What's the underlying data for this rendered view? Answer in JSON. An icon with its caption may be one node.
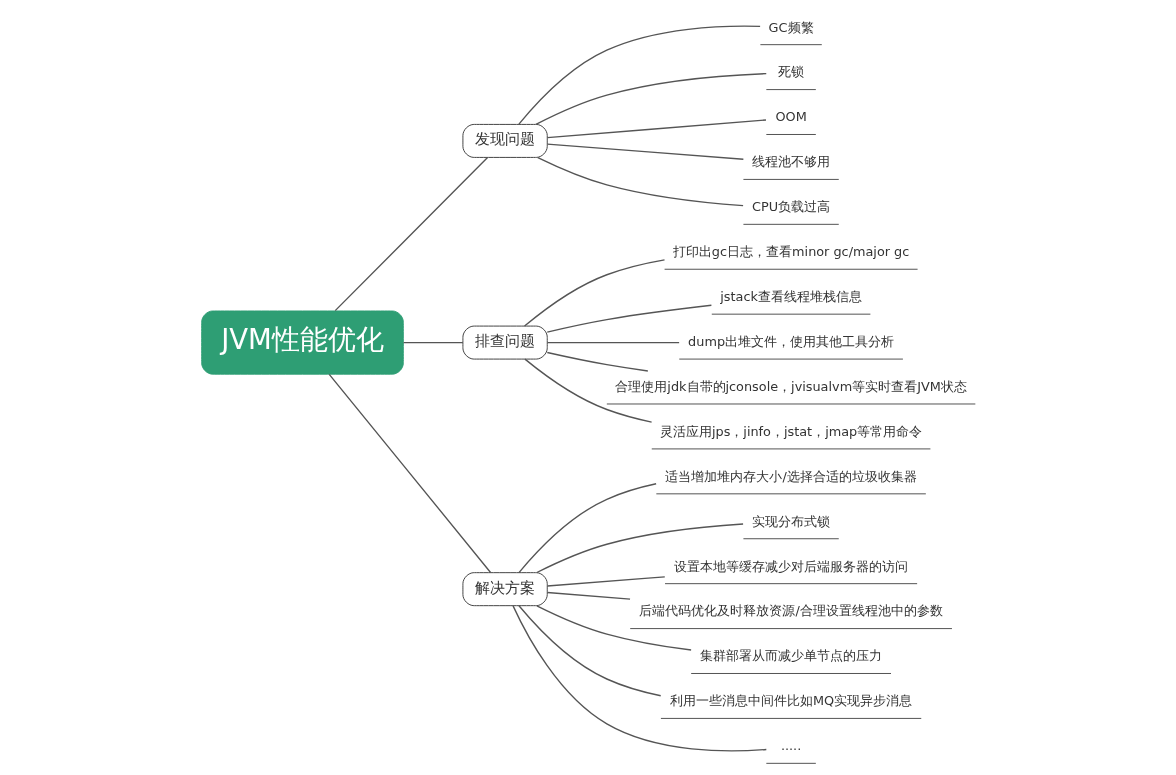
{
  "diagram": {
    "nodes": [
      {
        "text": [
          "JVM性能优化"
        ]
      },
      {
        "text": [
          "发现问题"
        ]
      },
      {
        "text": [
          "GC频繁"
        ]
      },
      {
        "text": [
          "死锁"
        ]
      },
      {
        "text": [
          "OOM"
        ]
      },
      {
        "text": [
          "线程池不够用"
        ]
      },
      {
        "text": [
          "CPU负载过高"
        ]
      },
      {
        "text": [
          "排查问题"
        ]
      },
      {
        "text": [
          "打印出gc日志，查看minor gc/major gc"
        ]
      },
      {
        "text": [
          "jstack查看线程堆栈信息"
        ]
      },
      {
        "text": [
          "dump出堆文件，使用其他工具分析"
        ]
      },
      {
        "text": [
          "合理使用jdk自带的jconsole，jvisualvm等实时查看JVM状态"
        ]
      },
      {
        "text": [
          "灵活应用jps，jinfo，jstat，jmap等常用命令"
        ]
      },
      {
        "text": [
          "解决方案"
        ]
      },
      {
        "text": [
          "适当增加堆内存大小/选择合适的垃圾收集器"
        ]
      },
      {
        "text": [
          "实现分布式锁"
        ]
      },
      {
        "text": [
          "设置本地等缓存减少对后端服务器的访问"
        ]
      },
      {
        "text": [
          "后端代码优化及时释放资源/合理设置线程池中的参数"
        ]
      },
      {
        "text": [
          "集群部署从而减少单节点的压力"
        ]
      },
      {
        "text": [
          "利用一些消息中间件比如MQ实现异步消息"
        ]
      },
      {
        "text": [
          "....."
        ]
      }
    ],
    "edges": [
      {
        "from": 0,
        "to": 1,
        "arrow": "none"
      },
      {
        "from": 1,
        "to": 2,
        "arrow": "none"
      },
      {
        "from": 1,
        "to": 3,
        "arrow": "none"
      },
      {
        "from": 1,
        "to": 4,
        "arrow": "none"
      },
      {
        "from": 1,
        "to": 5,
        "arrow": "none"
      },
      {
        "from": 1,
        "to": 6,
        "arrow": "none"
      },
      {
        "from": 0,
        "to": 7,
        "arrow": "none"
      },
      {
        "from": 7,
        "to": 8,
        "arrow": "none"
      },
      {
        "from": 7,
        "to": 9,
        "arrow": "none"
      },
      {
        "from": 7,
        "to": 10,
        "arrow": "none"
      },
      {
        "from": 7,
        "to": 11,
        "arrow": "none"
      },
      {
        "from": 7,
        "to": 12,
        "arrow": "none"
      },
      {
        "from": 0,
        "to": 13,
        "arrow": "none"
      },
      {
        "from": 13,
        "to": 14,
        "arrow": "none"
      },
      {
        "from": 13,
        "to": 15,
        "arrow": "none"
      },
      {
        "from": 13,
        "to": 16,
        "arrow": "none"
      },
      {
        "from": 13,
        "to": 17,
        "arrow": "none"
      },
      {
        "from": 13,
        "to": 18,
        "arrow": "none"
      },
      {
        "from": 13,
        "to": 19,
        "arrow": "none"
      },
      {
        "from": 13,
        "to": 20,
        "arrow": "none"
      }
    ]
  }
}
